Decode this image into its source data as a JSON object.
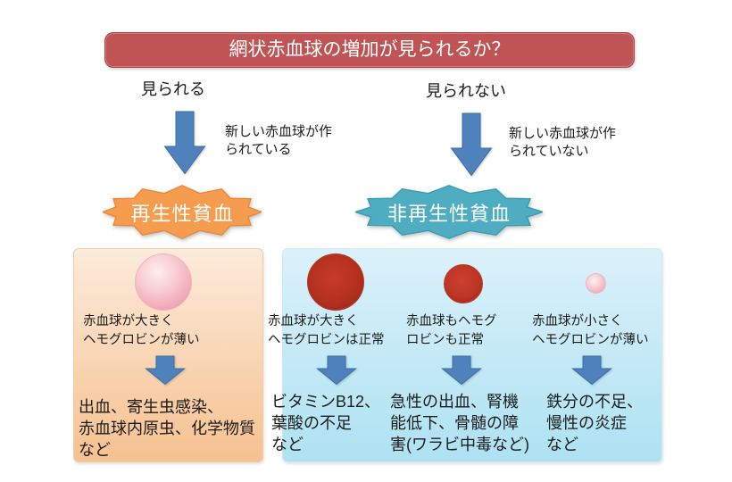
{
  "colors": {
    "page_bg": "#ffffff",
    "title_bg": "#c05454",
    "title_border": "#aa4646",
    "title_text": "#ffffff",
    "arrow_fill": "#4f81bd",
    "arrow_edge": "#3a6ea5",
    "badge_left_fill": "#f59c4e",
    "badge_left_edge": "#e8883b",
    "badge_right_fill": "#4fadc2",
    "badge_right_edge": "#3d9bb0",
    "panel_left_top": "#fcebdb",
    "panel_left_bottom": "#f6c190",
    "panel_right_top": "#dbf1fa",
    "panel_right_bottom": "#aee2f2"
  },
  "title": {
    "text": "網状赤血球の増加が見られるか？"
  },
  "branches": {
    "left": {
      "label": "見られる",
      "note": "新しい赤血球が作\nられている",
      "arrow_icon": "down-arrow-icon"
    },
    "right": {
      "label": "見られない",
      "note": "新しい赤血球が作\nられていない",
      "arrow_icon": "down-arrow-icon"
    }
  },
  "badges": {
    "left": {
      "label": "再生性貧血"
    },
    "right": {
      "label": "非再生性貧血"
    }
  },
  "panel_left": {
    "column": {
      "cell_icon": "large-pale-red-blood-cell-icon",
      "desc": "赤血球が大きく\nヘモグロビンが薄い",
      "arrow_icon": "down-arrow-icon",
      "causes": "出血、寄生虫感染、\n赤血球内原虫、化学物質\nなど"
    }
  },
  "panel_right": {
    "columns": [
      {
        "cell_icon": "large-dark-red-blood-cell-icon",
        "desc": "赤血球が大きく\nヘモグロビンは正常",
        "arrow_icon": "down-arrow-icon",
        "causes": "ビタミンB12、\n葉酸の不足\nなど"
      },
      {
        "cell_icon": "medium-red-blood-cell-icon",
        "desc": "赤血球もヘモグ\nロビンも正常",
        "arrow_icon": "down-arrow-icon",
        "causes": "急性の出血、腎機\n能低下、骨髄の障\n害(ワラビ中毒など)"
      },
      {
        "cell_icon": "small-pale-red-blood-cell-icon",
        "desc": "赤血球が小さく\nヘモグロビンが薄い",
        "arrow_icon": "down-arrow-icon",
        "causes": "鉄分の不足、\n慢性の炎症\nなど"
      }
    ]
  }
}
